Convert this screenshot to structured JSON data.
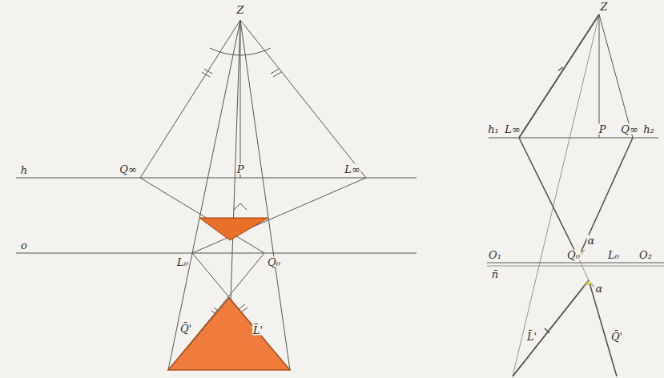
{
  "diagram": {
    "labels": [
      "Z",
      "h",
      "Q∞",
      "P",
      "L∞",
      "o",
      "L₀",
      "Q₀",
      "Q̄'",
      "L̄'",
      "Z",
      "h₁",
      "L∞",
      "P",
      "Q∞",
      "h₂",
      "α",
      "O₁",
      "Q₀",
      "L₀",
      "O₂",
      "n̄",
      "α",
      "L̄'",
      "Q̄'"
    ]
  }
}
